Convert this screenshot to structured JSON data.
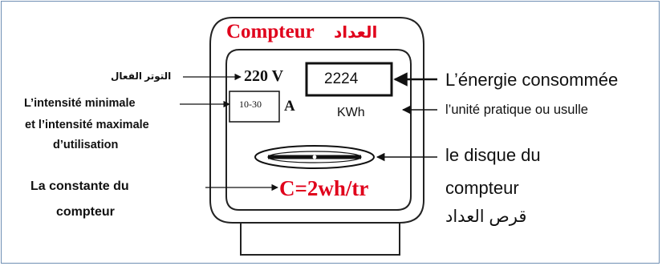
{
  "meter": {
    "title_fr": "Compteur",
    "title_ar": "العداد",
    "voltage": "220 V",
    "current_range": "10-30",
    "current_unit": "A",
    "energy_reading": "2224",
    "energy_unit": "KWh",
    "constant": "C=2wh/tr"
  },
  "labels": {
    "voltage_ar": "التوتر الفعال",
    "intensity_line1": "L’intensité minimale",
    "intensity_line2": "et l’intensité maximale",
    "intensity_line3": "d’utilisation",
    "constant_line1": "La constante du",
    "constant_line2": "compteur",
    "energy": "L’énergie consommée",
    "unit": "l’unité pratique ou usulle",
    "disk_line1": "le disque du",
    "disk_line2": "compteur",
    "disk_ar": "قرص العداد"
  },
  "colors": {
    "title_red": "#e0001b",
    "frame_border": "#6f8fb3",
    "ink": "#111111"
  }
}
